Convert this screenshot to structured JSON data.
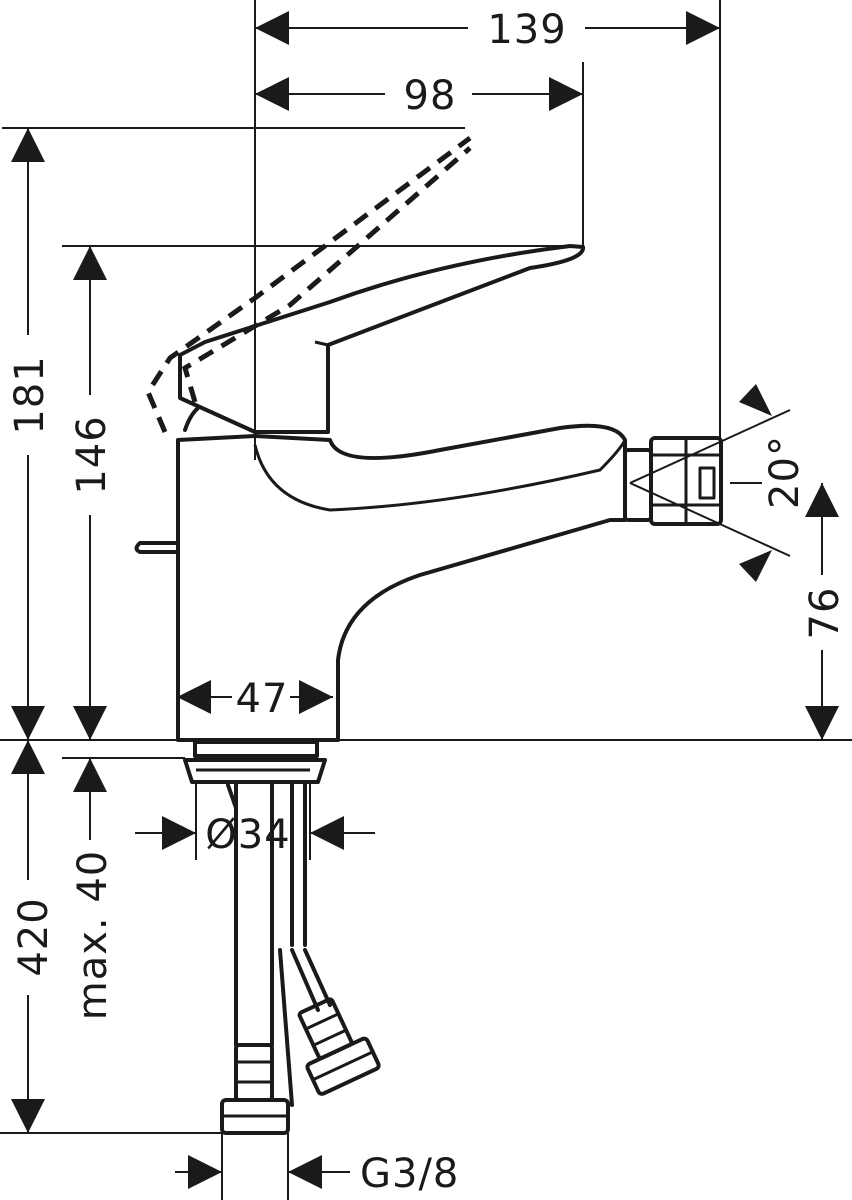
{
  "dimensions": {
    "overall_width": "139",
    "lever_width": "98",
    "overall_height": "181",
    "lever_height": "146",
    "spray_angle": "20°",
    "spout_height": "76",
    "base_width": "47",
    "base_diameter": "Ø34",
    "hose_length": "420",
    "max_deck_thickness": "max. 40",
    "connection_thread": "G3/8"
  }
}
